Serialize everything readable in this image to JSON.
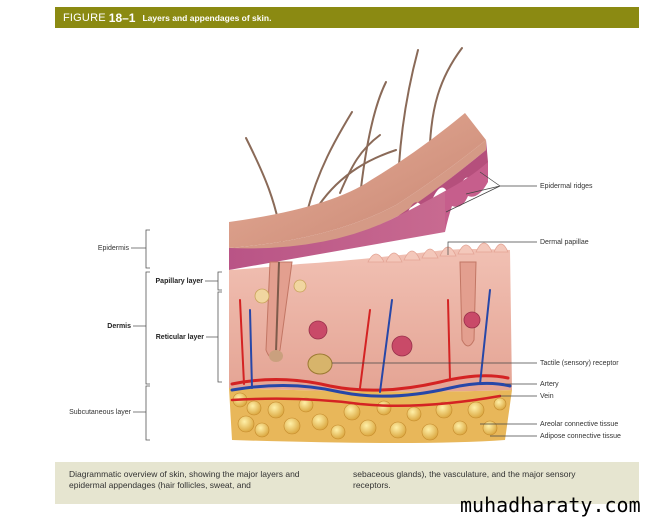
{
  "figure": {
    "word": "FIGURE",
    "number": "18–1",
    "title": "Layers and appendages of skin."
  },
  "labels": {
    "epidermis": "Epidermis",
    "dermis": "Dermis",
    "subcutaneous": "Subcutaneous layer",
    "papillary": "Papillary layer",
    "reticular": "Reticular layer",
    "epidermal_ridges": "Epidermal ridges",
    "dermal_papillae": "Dermal papillae",
    "tactile_receptor": "Tactile (sensory) receptor",
    "artery": "Artery",
    "vein": "Vein",
    "areolar": "Areolar connective tissue",
    "adipose": "Adipose connective tissue"
  },
  "caption": {
    "col1": "Diagrammatic overview of skin, showing the major layers and epidermal appendages (hair follicles, sweat, and",
    "col2": "sebaceous glands), the vasculature, and the major sensory receptors."
  },
  "watermark": "muhadharaty.com",
  "colors": {
    "header_bg": "#8b8a12",
    "caption_bg": "#e6e5d0",
    "epidermis": "#c2618b",
    "dermis": "#eab2a2",
    "adipose": "#f0c65a",
    "artery": "#d42323",
    "vein": "#2747a8"
  }
}
